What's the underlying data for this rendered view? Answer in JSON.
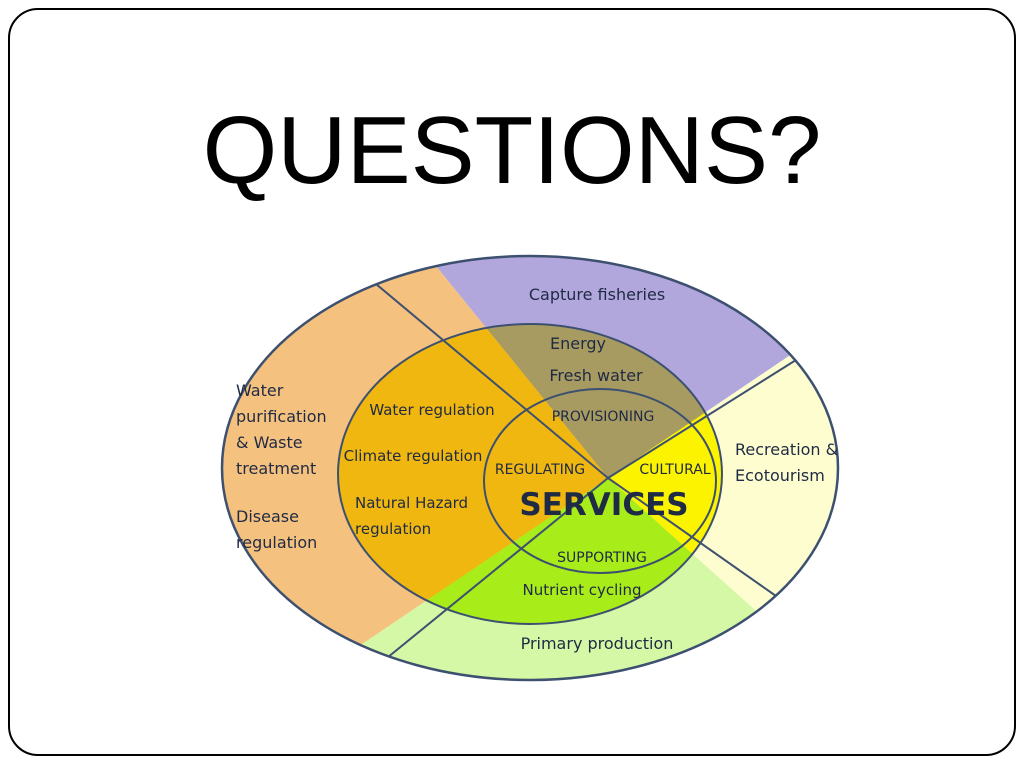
{
  "slide": {
    "title": "QUESTIONS?"
  },
  "diagram": {
    "center_label": "SERVICES",
    "categories": {
      "provisioning": "PROVISIONING",
      "regulating": "REGULATING",
      "cultural": "CULTURAL",
      "supporting": "SUPPORTING"
    },
    "outer": {
      "capture_fisheries": "Capture fisheries",
      "water_purification": [
        "Water",
        "purification",
        "& Waste",
        "treatment"
      ],
      "disease_regulation": [
        "Disease",
        "regulation"
      ],
      "recreation": [
        "Recreation &",
        "Ecotourism"
      ],
      "primary_production": "Primary production"
    },
    "middle": {
      "energy": "Energy",
      "fresh_water": "Fresh water",
      "water_regulation": "Water regulation",
      "climate_regulation": "Climate regulation",
      "natural_hazard": [
        "Natural Hazard",
        "regulation"
      ],
      "nutrient_cycling": "Nutrient cycling"
    },
    "colors": {
      "provisioning_outer": "#b1a7dd",
      "provisioning_middle": "#a89b62",
      "regulating_outer": "#f5c17e",
      "regulating_middle": "#efb70f",
      "cultural_outer": "#fefdd0",
      "cultural_middle": "#fbf300",
      "supporting_outer": "#d5f8a6",
      "supporting_middle": "#a8ec1a",
      "outline": "#3d5070",
      "center_text": "#5e3c16"
    }
  }
}
